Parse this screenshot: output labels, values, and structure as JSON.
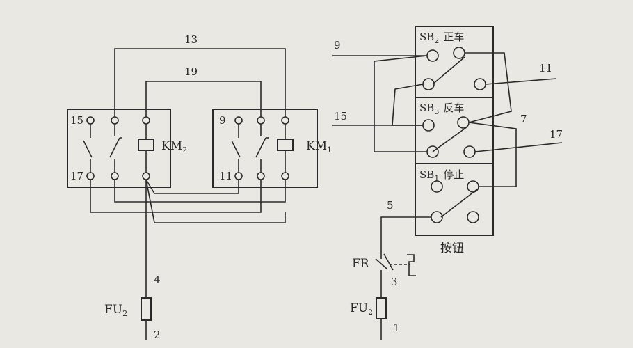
{
  "wires": {
    "w13": "13",
    "w19": "19",
    "w9": "9",
    "w11": "11",
    "w15": "15",
    "w7": "7",
    "w17": "17",
    "w5": "5",
    "w3": "3",
    "w4": "4",
    "w2": "2",
    "w1": "1"
  },
  "km2": {
    "label": "KM",
    "sub": "2",
    "t_top": "15",
    "t_bottom": "17"
  },
  "km1": {
    "label": "KM",
    "sub": "1",
    "t_top": "9",
    "t_bottom": "11"
  },
  "fuse_left": {
    "label": "FU",
    "sub": "2"
  },
  "fuse_right": {
    "label": "FU",
    "sub": "2"
  },
  "relay": {
    "label": "FR"
  },
  "buttons": {
    "title": "按钮",
    "sb2": {
      "code": "SB",
      "sub": "2",
      "text": "正车"
    },
    "sb3": {
      "code": "SB",
      "sub": "3",
      "text": "反车"
    },
    "sb1": {
      "code": "SB",
      "sub": "1",
      "text": "停止"
    }
  }
}
